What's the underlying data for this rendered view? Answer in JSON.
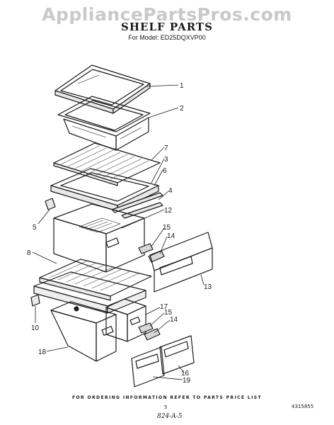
{
  "watermark": "AppliancePartsPros.com",
  "title": "SHELF PARTS",
  "subtitle": "For Model: ED25DQXVP00",
  "callouts": {
    "c1": "1",
    "c2": "2",
    "c7": "7",
    "c3": "3",
    "c6": "6",
    "c4": "4",
    "c12": "12",
    "c5": "5",
    "c15a": "15",
    "c14a": "14",
    "c8": "8",
    "c13": "13",
    "c10": "10",
    "c17": "17",
    "c15b": "15",
    "c14b": "14",
    "c18": "18",
    "c16": "16",
    "c19": "19"
  },
  "footer_note": "FOR ORDERING INFORMATION REFER TO PARTS PRICE LIST",
  "page_number": "5",
  "document_number": "4315855",
  "handwritten_note": "824-A-5"
}
